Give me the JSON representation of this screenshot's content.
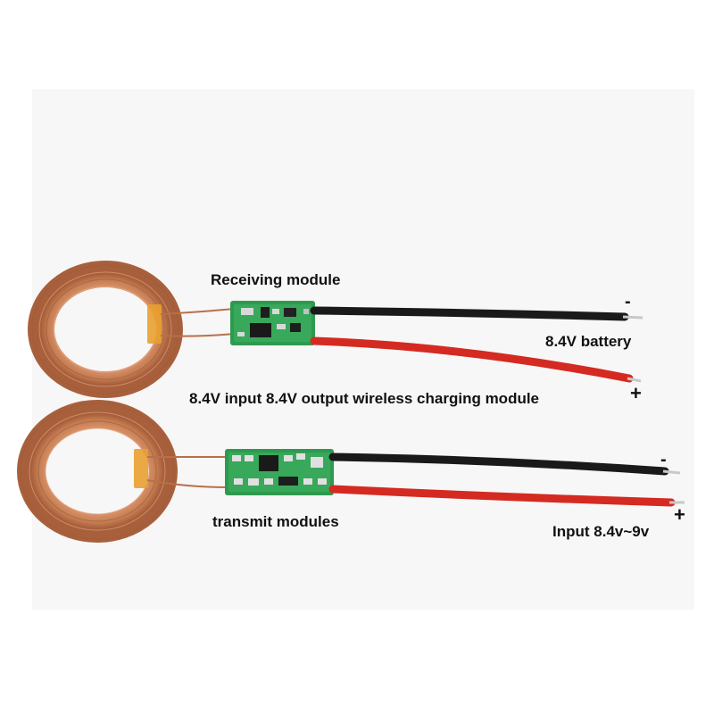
{
  "labels": {
    "receiving_module": "Receiving module",
    "battery": "8.4V battery",
    "caption": "8.4V input 8.4V output wireless charging module",
    "transmit_modules": "transmit modules",
    "input": "Input 8.4v~9v"
  },
  "polarity": {
    "rx_negative": "-",
    "rx_positive": "+",
    "tx_negative": "-",
    "tx_positive": "+"
  },
  "colors": {
    "background": "#f7f7f7",
    "copper": "#c9835a",
    "kapton_tape": "#e8a030",
    "pcb_green": "#2e9a4e",
    "wire_black": "#1a1a1a",
    "wire_red": "#d42a22",
    "text": "#111111"
  },
  "objects": [
    "receiver-coil-icon",
    "receiver-pcb-icon",
    "transmitter-coil-icon",
    "transmitter-pcb-icon"
  ]
}
